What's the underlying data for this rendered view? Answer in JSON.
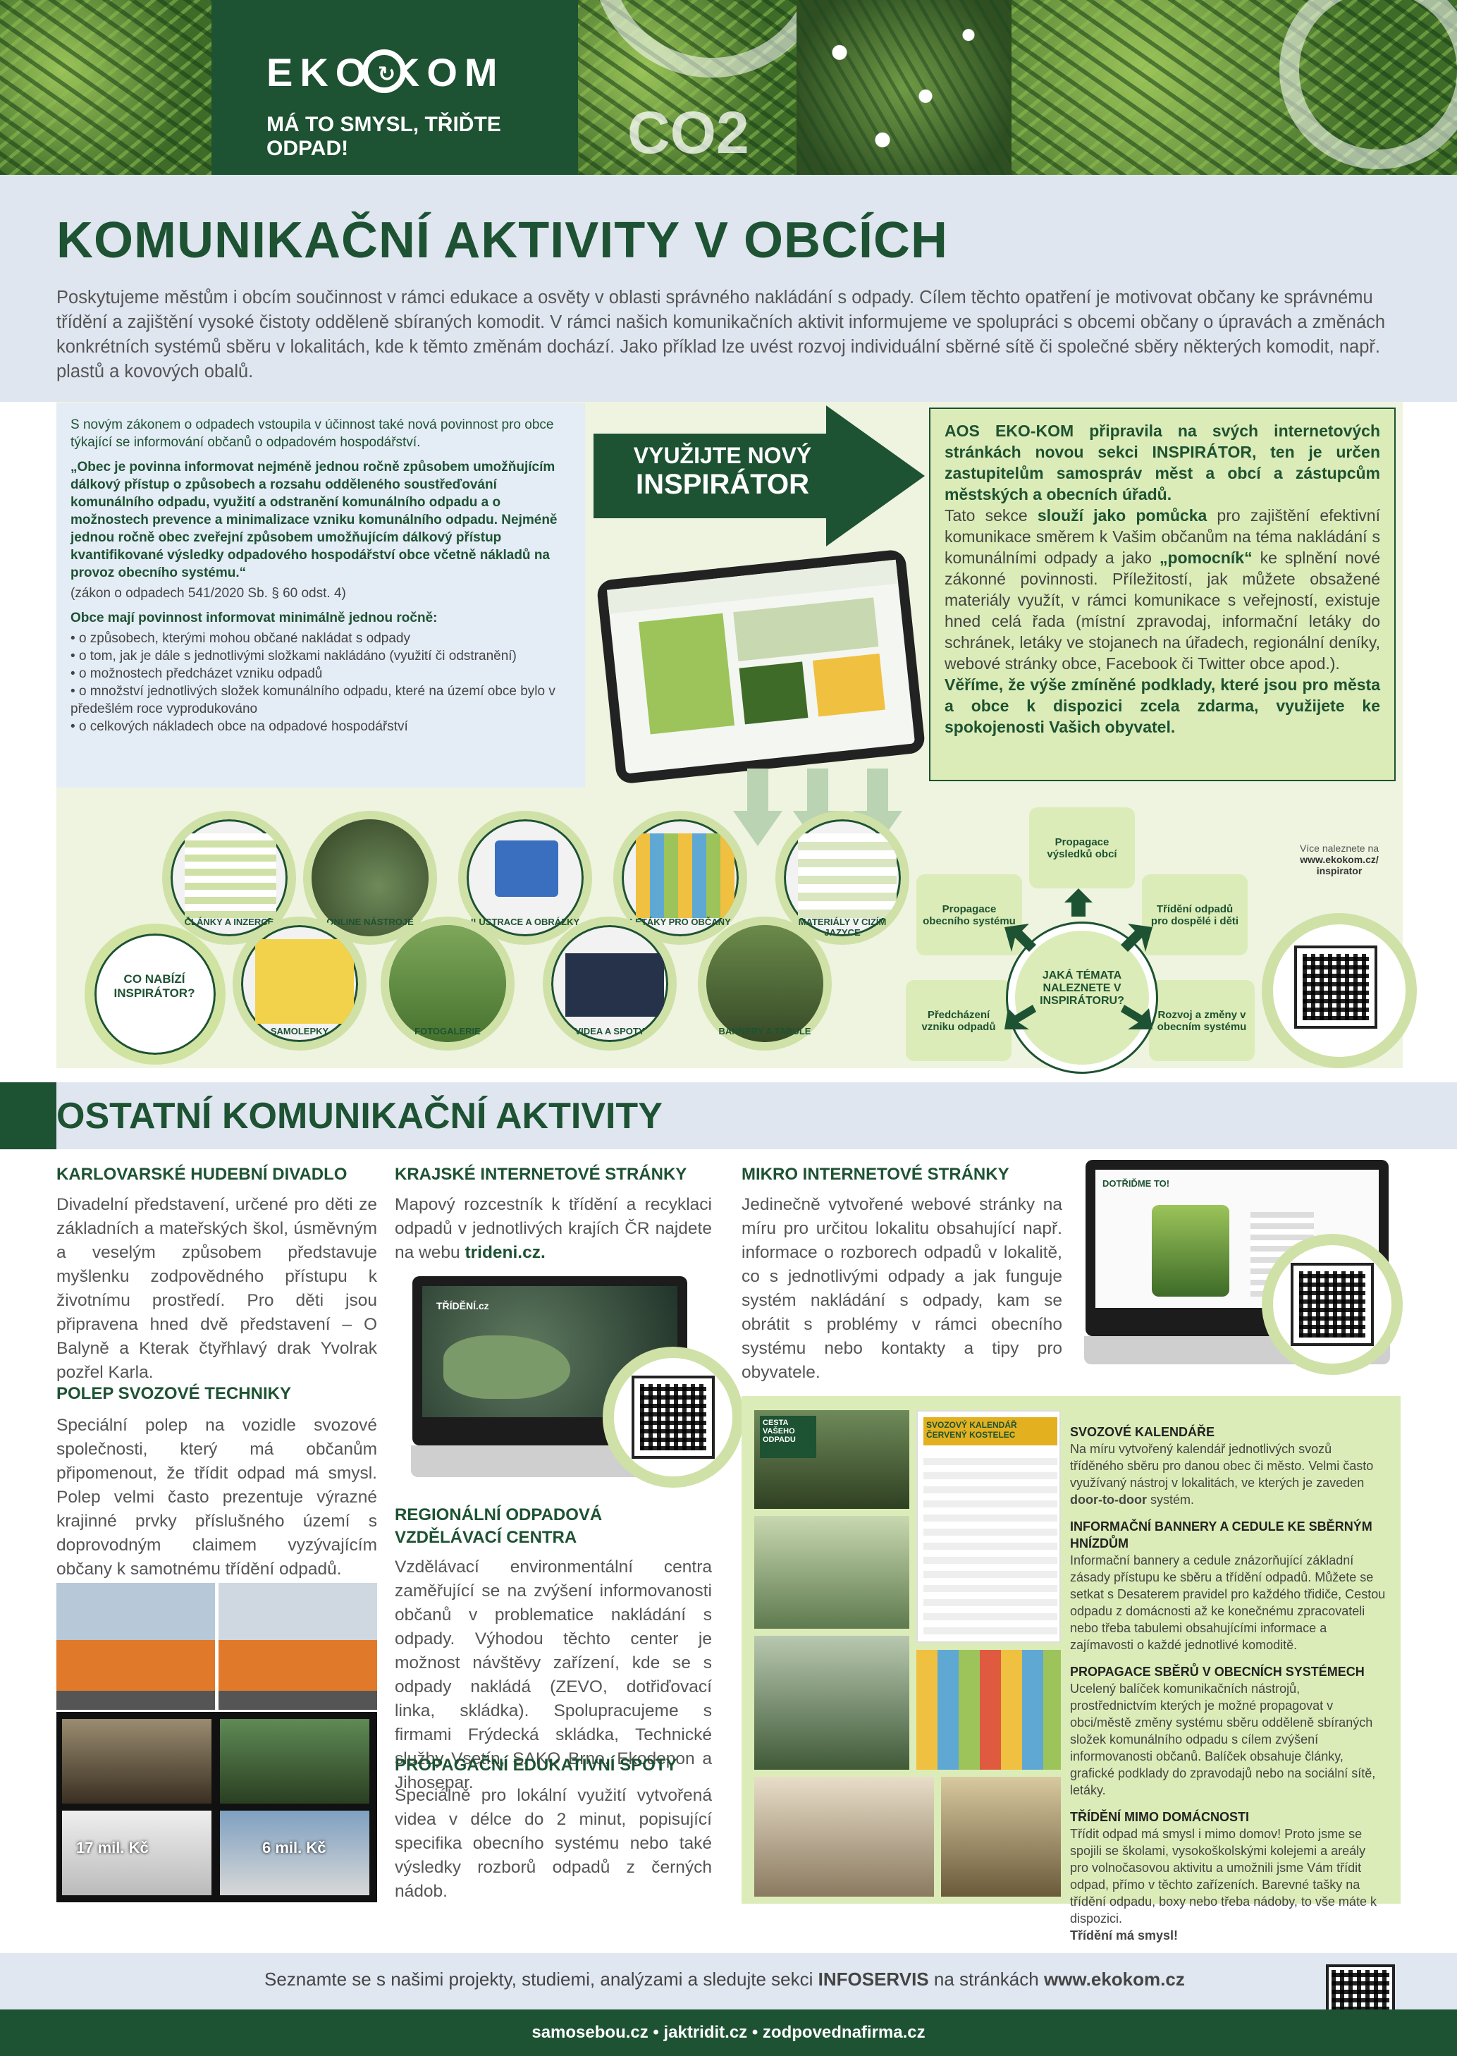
{
  "header": {
    "logo_text": "EKO KOM",
    "slogan": "MÁ TO SMYSL, TŘIĎTE ODPAD!",
    "co2_label": "CO2"
  },
  "main": {
    "title": "KOMUNIKAČNÍ AKTIVITY V OBCÍCH",
    "intro": "Poskytujeme městům i obcím součinnost v rámci edukace a osvěty v oblasti správného nakládání s odpady. Cílem těchto opatření je motivovat občany ke správnému třídění a zajištění vysoké čistoty odděleně sbíraných komodit. V rámci našich komunikačních aktivit informujeme ve spolupráci s obcemi občany o úpravách a změnách konkrétních systémů sběru v lokalitách, kde k těmto změnám dochází. Jako příklad lze uvést rozvoj individuální sběrné sítě či společné sběry některých komodit, např. plastů a kovových obalů."
  },
  "law": {
    "p1": "S novým zákonem o odpadech vstoupila v účinnost také nová povinnost pro obce týkající se informování občanů o odpadovém hospodářství.",
    "quote": "„Obec je povinna informovat nejméně jednou ročně způsobem umožňujícím dálkový přístup o způsobech a rozsahu odděleného soustřeďování komunálního odpadu, využití a odstranění komunálního odpadu a o možnostech prevence a minimalizace vzniku komunálního odpadu. Nejméně jednou ročně obec zveřejní způsobem umožňujícím dálkový přístup kvantifikované výsledky odpadového hospodářství obce včetně nákladů na provoz obecního systému.“",
    "cite": "(zákon o odpadech 541/2020 Sb. § 60 odst. 4)",
    "list_head": "Obce mají povinnost informovat minimálně jednou ročně:",
    "items": [
      "o způsobech, kterými mohou občané nakládat s odpady",
      "o tom, jak je dále s jednotlivými složkami nakládáno (využití či odstranění)",
      "o možnostech předcházet vzniku odpadů",
      "o množství jednotlivých složek komunálního odpadu, které na území obce bylo v předešlém roce vyprodukováno",
      "o celkových nákladech obce na odpadové hospodářství"
    ]
  },
  "arrow": {
    "line1": "VYUŽIJTE NOVÝ",
    "line2": "INSPIRÁTOR"
  },
  "inspirator": {
    "p1a": "AOS EKO-KOM připravila na svých internetových stránkách novou sekci ",
    "p1b": "INSPIRÁTOR,",
    "p1c": " ten je určen zastupitelům samospráv měst a obcí a zástupcům městských a obecních úřadů.",
    "p2a": "Tato sekce ",
    "p2b": "slouží jako pomůcka",
    "p2c": " pro zajištění efektivní komunikace směrem k Vašim občanům na téma nakládání s komunálními odpady a jako ",
    "p2d": "„pomocník“",
    "p2e": " ke splnění nové zákonné povinnosti. Příležitostí, jak můžete obsažené materiály využít, v rámci komunikace s veřejností, existuje hned celá řada (místní zpravodaj, informační letáky do schránek, letáky ve stojanech na úřadech, regionální deníky, webové stránky obce, Facebook či Twitter obce apod.).",
    "p3": "Věříme, že výše zmíněné podklady, které jsou pro města a obce k dispozici zcela zdarma, využijete ke spokojenosti Vašich obyvatel."
  },
  "offer": {
    "center": "CO NABÍZÍ INSPIRÁTOR?",
    "thumbs": [
      "ČLÁNKY A INZERCE",
      "ONLINE NÁSTROJE",
      "ILUSTRACE A OBRÁZKY",
      "LETÁKY PRO OBČANY",
      "MATERIÁLY V CIZÍM JAZYCE",
      "SAMOLEPKY",
      "FOTOGALERIE",
      "VIDEA A SPOTY",
      "BANNERY A TABULE"
    ]
  },
  "topics": {
    "center": "JAKÁ TÉMATA NALEZNETE V INSPIRÁTORU?",
    "items": [
      "Propagace výsledků obcí",
      "Propagace obecního systému",
      "Třídění odpadů pro dospělé i děti",
      "Předcházení vzniku odpadů",
      "Rozvoj a změny v obecním systému"
    ],
    "more_a": "Více naleznete na",
    "more_b": "www.ekokom.cz/ inspirator"
  },
  "section2": {
    "title": "OSTATNÍ KOMUNIKAČNÍ AKTIVITY",
    "c1h1": "KARLOVARSKÉ HUDEBNÍ DIVADLO",
    "c1t1": "Divadelní představení, určené pro děti ze základních a mateřských škol, úsměvným a veselým způsobem představuje myšlenku zodpovědného přístupu k životnímu prostředí. Pro děti jsou připravena hned dvě představení – O Balyně a Kterak čtyřhlavý drak Yvolrak pozřel Karla.",
    "c1h2": "POLEP SVOZOVÉ TECHNIKY",
    "c1t2": "Speciální polep na vozidle svozové společnosti, který má občanům připomenout, že třídit odpad má smysl. Polep velmi často prezentuje výrazné krajinné prvky příslušného území s doprovodným claimem vyzývajícím občany k samotnému třídění odpadů.",
    "c2h1": "KRAJSKÉ INTERNETOVÉ STRÁNKY",
    "c2t1": "Mapový rozcestník k třídění a recyklaci odpadů v jednotlivých krajích ČR najdete na webu ",
    "c2t1b": "trideni.cz.",
    "screen_label": "TŘÍDĚNÍ.cz",
    "c2h2": "REGIONÁLNÍ ODPADOVÁ VZDĚLÁVACÍ CENTRA",
    "c2t2": "Vzdělávací environmentální centra zaměřující se na zvýšení informovanosti občanů v problematice nakládání s odpady. Výhodou těchto center je možnost návštěvy zařízení, kde se s odpady nakládá (ZEVO, dotřiďovací linka, skládka). Spolupracujeme s firmami Frýdecká skládka, Technické služby Vsetín, SAKO Brno, Ekodepon a Jihosepar.",
    "c2h3": "PROPAGAČNÍ EDUKATIVNÍ SPOTY",
    "c2t3": "Speciálně pro lokální využití vytvořená videa v délce do 2 minut, popisující specifika obecního systému nebo také výsledky rozborů odpadů z černých nádob.",
    "c3h1": "MIKRO INTERNETOVÉ STRÁNKY",
    "c3t1": "Jedinečně vytvořené webové stránky na míru pro určitou lokalitu obsahující např. informace o rozborech odpadů v lokalitě, co s jednotlivými odpady a jak funguje systém nakládání s odpady, kam se obrátit s problémy v rámci obecního systému nebo kontakty a tipy pro obyvatele.",
    "film1": "17 mil. Kč",
    "film2": "6 mil. Kč",
    "micro_title": "DOTŘIĎME TO!"
  },
  "right": {
    "h1": "SVOZOVÉ KALENDÁŘE",
    "t1a": "Na míru vytvořený kalendář jednotlivých svozů tříděného sběru pro danou obec či město. Velmi často využívaný nástroj v lokalitách, ve kterých je zaveden ",
    "t1b": "door-to-door",
    "t1c": " systém.",
    "h2": "INFORMAČNÍ BANNERY A CEDULE KE SBĚRNÝM HNÍZDŮM",
    "t2": "Informační bannery a cedule znázorňující základní zásady přístupu ke sběru a třídění odpadů. Můžete se setkat s Desaterem pravidel pro každého třidiče, Cestou odpadu z domácnosti až ke konečnému zpracovateli nebo třeba tabulemi obsahujícími informace a zajímavosti o každé jednotlivé komoditě.",
    "h3": "PROPAGACE SBĚRŮ V OBECNÍCH SYSTÉMECH",
    "t3": "Ucelený balíček komunikačních nástrojů, prostřednictvím kterých je možné propagovat v obci/městě změny systému sběru odděleně sbíraných složek komunálního odpadu s cílem zvýšení informovanosti občanů. Balíček obsahuje články, grafické podklady do zpravodajů nebo na sociální sítě, letáky.",
    "h4": "TŘÍDĚNÍ MIMO DOMÁCNOSTI",
    "t4": "Třídit odpad má smysl i mimo domov! Proto jsme se spojili se školami, vysokoškolskými kolejemi a areály pro volnočasovou aktivitu a umožnili jsme Vám třídit odpad, přímo v těchto zařízeních. Barevné tašky na třídění odpadu, boxy nebo třeba nádoby, to vše máte k dispozici.",
    "t4b": "Třídění má smysl!",
    "cal_title": "SVOZOVÝ KALENDÁŘ",
    "cal_sub": "ČERVENÝ KOSTELEC",
    "cesta": "CESTA VAŠEHO ODPADU"
  },
  "footer": {
    "text_a": "Seznamte se s našimi projekty, studiemi, analýzami a sledujte sekci ",
    "text_b": "INFOSERVIS",
    "text_c": " na stránkách ",
    "text_d": "www.ekokom.cz",
    "links": "samosebou.cz • jaktridit.cz • zodpovednafirma.cz"
  },
  "colors": {
    "dark_green": "#1d5232",
    "light_green": "#dcecb8",
    "light_blue": "#e4ecf5"
  }
}
